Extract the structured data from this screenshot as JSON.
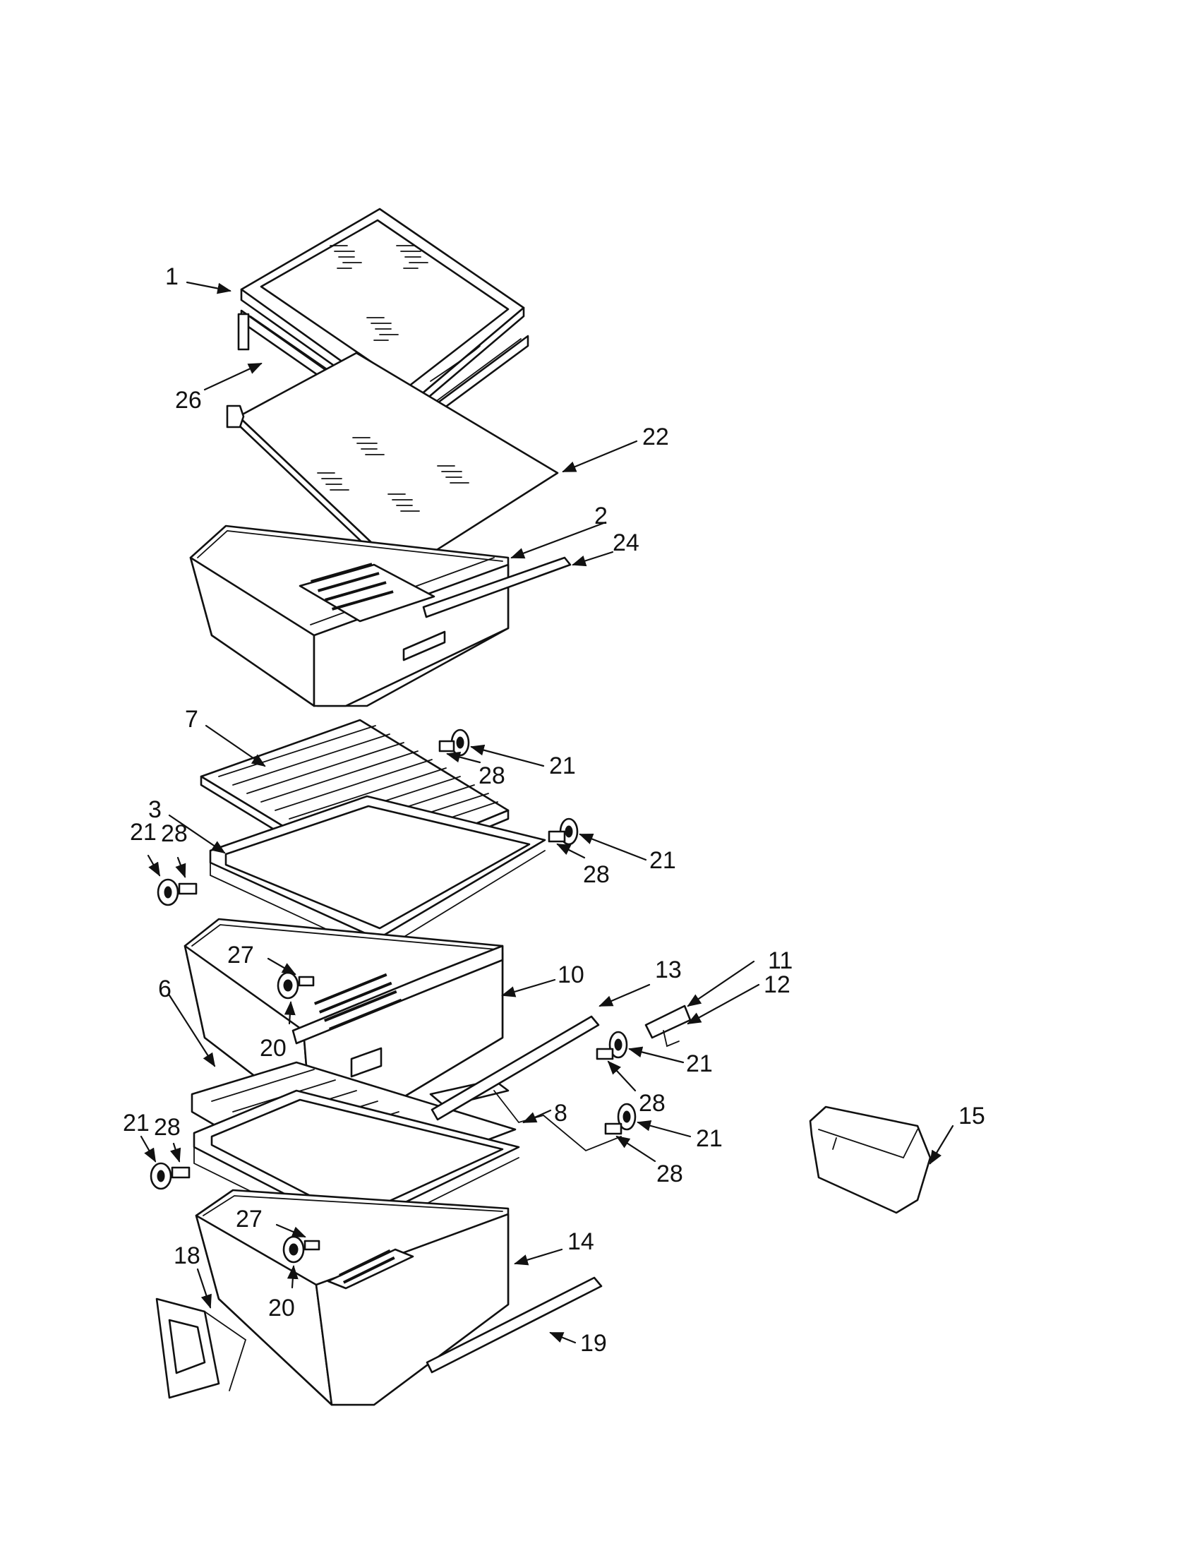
{
  "diagram": {
    "callouts": {
      "c1": "1",
      "c26": "26",
      "c22": "22",
      "c2": "2",
      "c24": "24",
      "c7": "7",
      "c21a": "21",
      "c28a": "28",
      "c3": "3",
      "c21b": "21",
      "c28b": "28",
      "c21c": "21",
      "c28c": "28",
      "c27a": "27",
      "c20a": "20",
      "c10": "10",
      "c13": "13",
      "c11": "11",
      "c12": "12",
      "c6": "6",
      "c21d": "21",
      "c28d": "28",
      "c8": "8",
      "c21e": "21",
      "c28e": "28",
      "c21f": "21",
      "c28f": "28",
      "c15": "15",
      "c27b": "27",
      "c20b": "20",
      "c14": "14",
      "c18": "18",
      "c19": "19"
    }
  }
}
